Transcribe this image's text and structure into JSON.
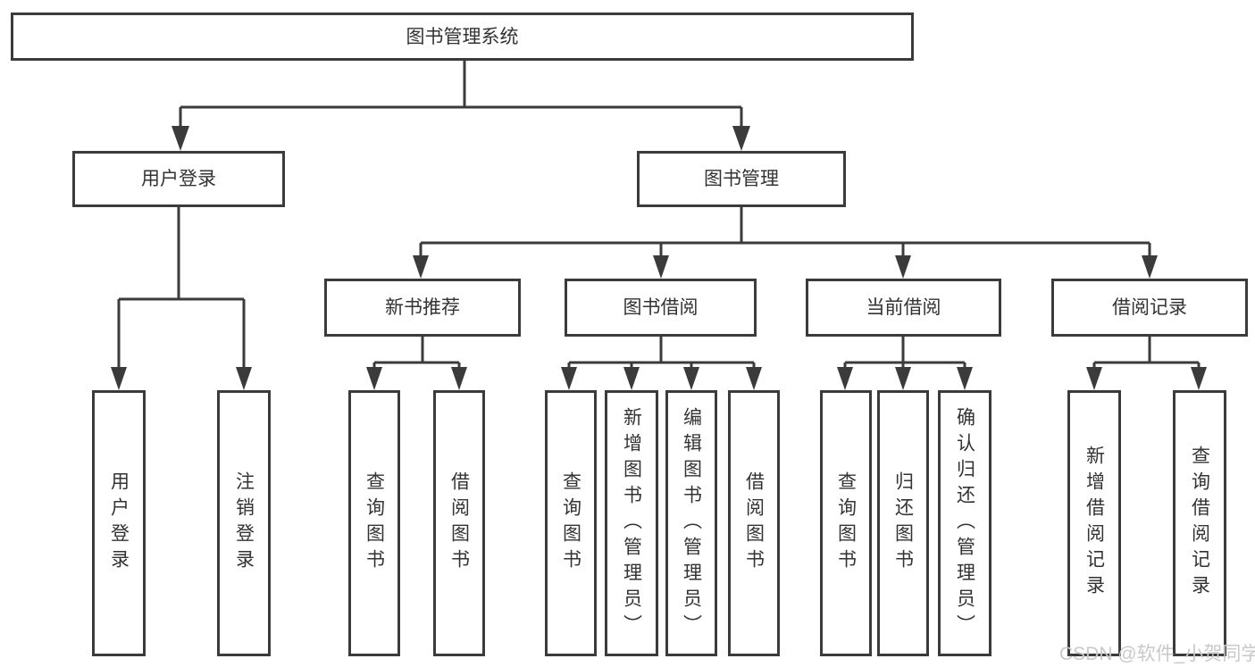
{
  "diagram": {
    "title": "图书管理系统",
    "level2": [
      {
        "label": "用户登录"
      },
      {
        "label": "图书管理"
      }
    ],
    "level3": [
      {
        "label": "新书推荐",
        "parent": "图书管理"
      },
      {
        "label": "图书借阅",
        "parent": "图书管理"
      },
      {
        "label": "当前借阅",
        "parent": "图书管理"
      },
      {
        "label": "借阅记录",
        "parent": "图书管理"
      }
    ],
    "leaves": [
      {
        "label": "用户登录",
        "parent": "用户登录"
      },
      {
        "label": "注销登录",
        "parent": "用户登录"
      },
      {
        "label": "查询图书",
        "parent": "新书推荐"
      },
      {
        "label": "借阅图书",
        "parent": "新书推荐"
      },
      {
        "label": "查询图书",
        "parent": "图书借阅"
      },
      {
        "label": "新增图书（管理员）",
        "parent": "图书借阅"
      },
      {
        "label": "编辑图书（管理员）",
        "parent": "图书借阅"
      },
      {
        "label": "借阅图书",
        "parent": "图书借阅"
      },
      {
        "label": "查询图书",
        "parent": "当前借阅"
      },
      {
        "label": "归还图书",
        "parent": "当前借阅"
      },
      {
        "label": "确认归还（管理员）",
        "parent": "当前借阅"
      },
      {
        "label": "新增借阅记录",
        "parent": "借阅记录"
      },
      {
        "label": "查询借阅记录",
        "parent": "借阅记录"
      }
    ],
    "watermark": "CSDN @软件_小贺同学",
    "colors": {
      "line": "#3b3b3b",
      "text": "#333333",
      "watermark": "#c9c9c9",
      "background": "#ffffff"
    }
  }
}
